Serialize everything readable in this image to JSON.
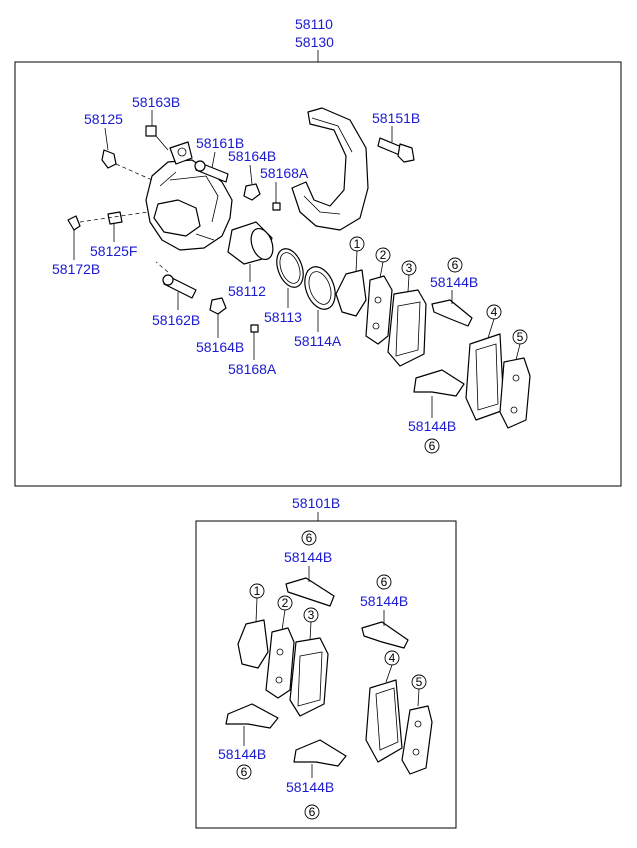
{
  "assembly": {
    "top_code_1": "58110",
    "top_code_2": "58130",
    "bottom_code": "58101B"
  },
  "labels": {
    "p58163B": "58163B",
    "p58125": "58125",
    "p58161B": "58161B",
    "p58164B_top": "58164B",
    "p58168A_top": "58168A",
    "p58151B": "58151B",
    "p58125F": "58125F",
    "p58172B": "58172B",
    "p58112": "58112",
    "p58162B": "58162B",
    "p58113": "58113",
    "p58114A": "58114A",
    "p58164B_bot": "58164B",
    "p58168A_bot": "58168A",
    "p58144B_upper_a": "58144B",
    "p58144B_upper_b": "58144B",
    "p58144B_lower_a": "58144B",
    "p58144B_lower_b": "58144B",
    "p58144B_lower_c": "58144B",
    "p58144B_lower_d": "58144B"
  },
  "callouts": {
    "c1": "1",
    "c2": "2",
    "c3": "3",
    "c4": "4",
    "c5": "5",
    "c6a": "6",
    "c6b": "6",
    "d1": "1",
    "d2": "2",
    "d3": "3",
    "d4": "4",
    "d5": "5",
    "d6a": "6",
    "d6b": "6",
    "d6c": "6",
    "d6d": "6"
  }
}
